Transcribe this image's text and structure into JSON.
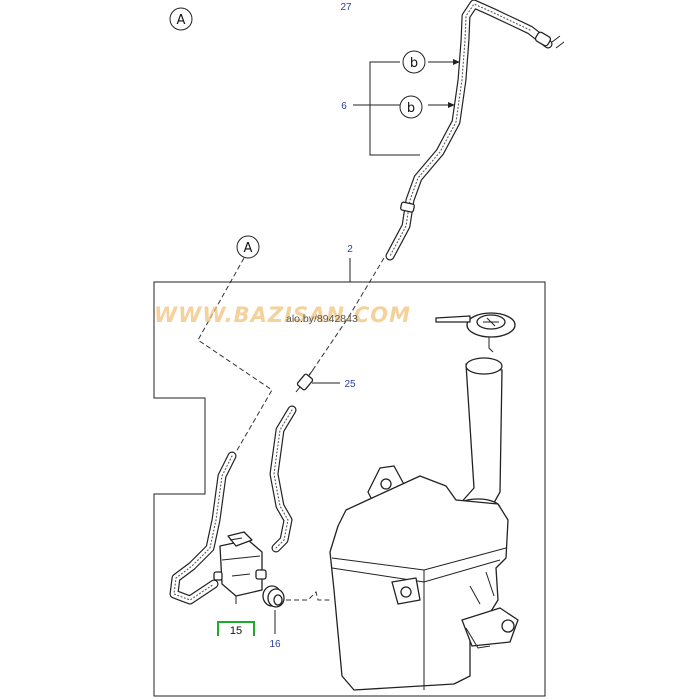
{
  "diagram": {
    "callouts": {
      "a_top": "A",
      "a_mid": "A",
      "b_upper": "b",
      "b_lower": "b"
    },
    "labels": {
      "p27": "27",
      "p6": "6",
      "p2": "2",
      "p25": "25",
      "p15": "15",
      "p16": "16"
    },
    "watermark": {
      "site": "WWW.BAZISAN.COM",
      "code": "alo.by/8942843"
    },
    "colors": {
      "label_blue": "#2b3fa0",
      "line": "#222222",
      "highlight_green": "#1faa2e",
      "watermark": "#f2c27a"
    }
  }
}
